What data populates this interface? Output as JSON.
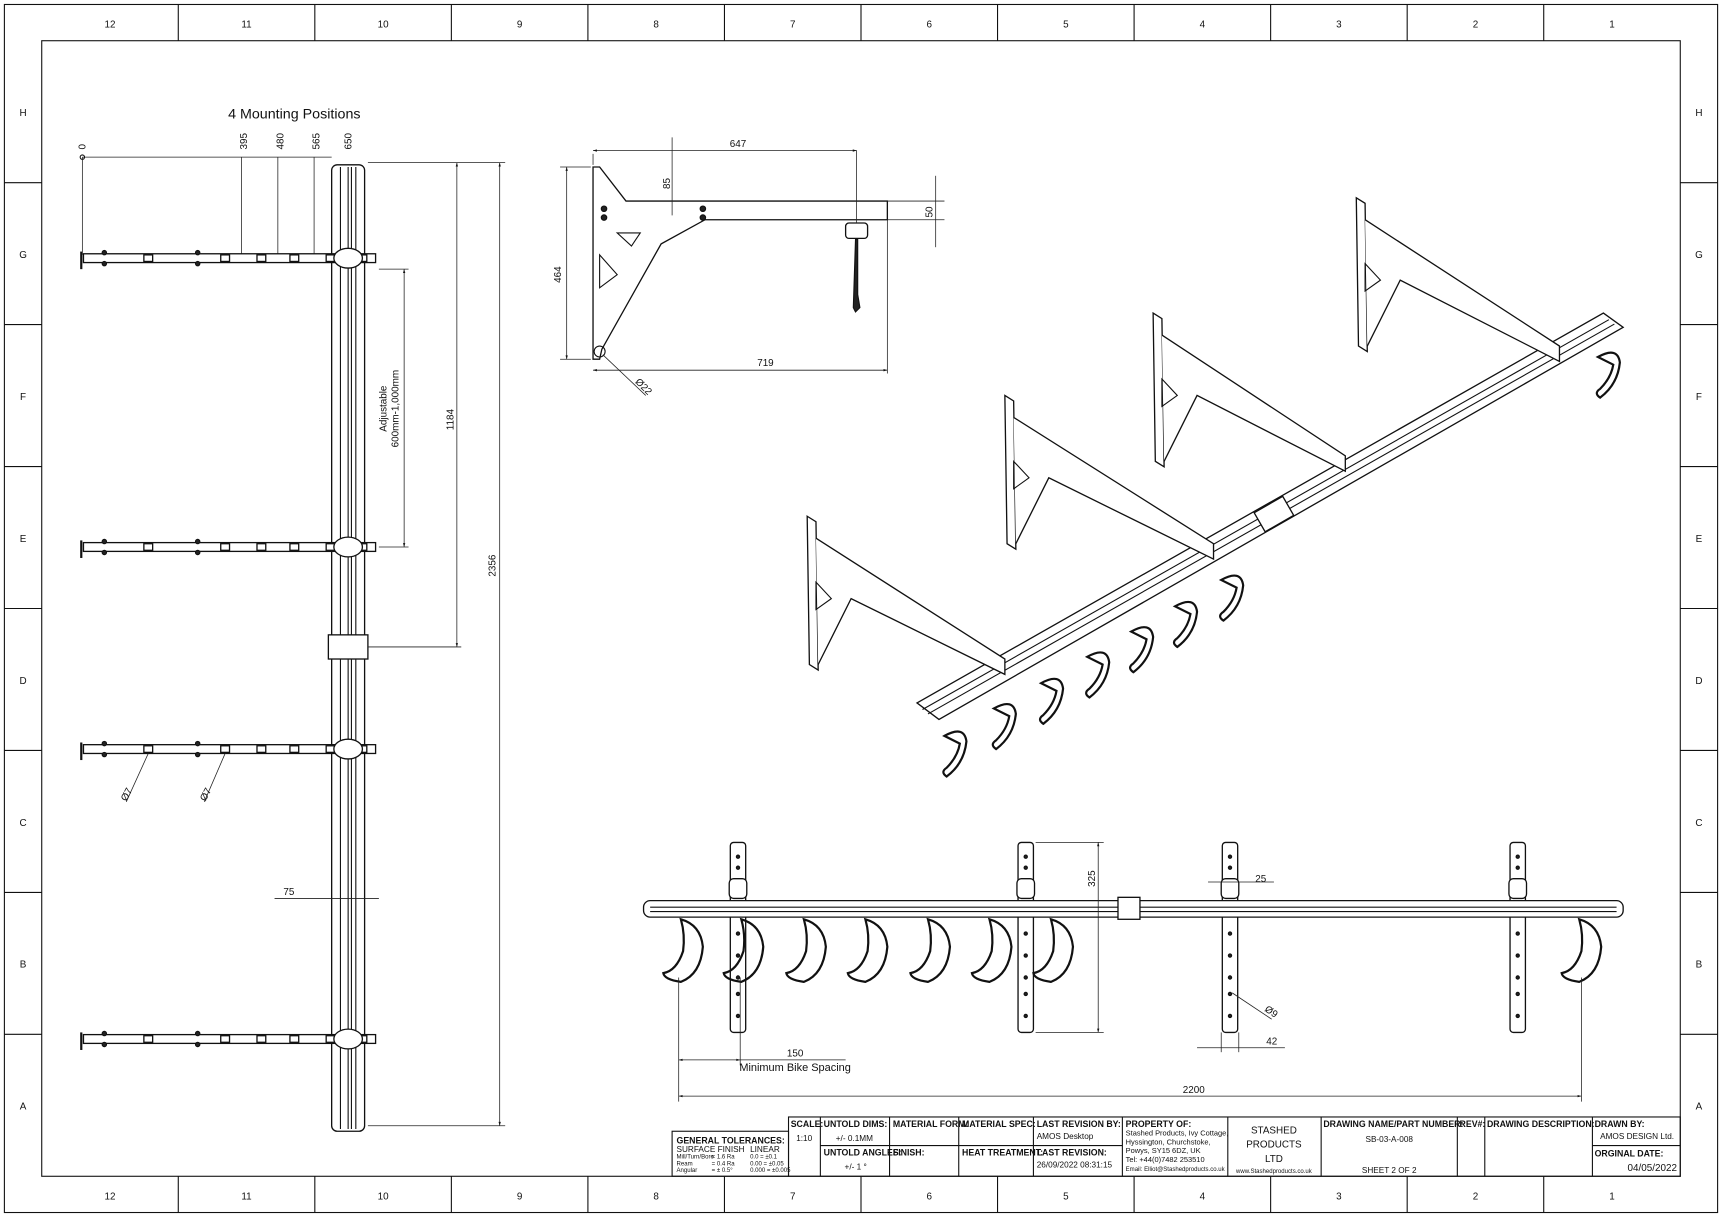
{
  "frame": {
    "columns": [
      "12",
      "11",
      "10",
      "9",
      "8",
      "7",
      "6",
      "5",
      "4",
      "3",
      "2",
      "1"
    ],
    "rows": [
      "H",
      "G",
      "F",
      "E",
      "D",
      "C",
      "B",
      "A"
    ]
  },
  "front_view": {
    "title": "4 Mounting Positions",
    "positions": [
      "0",
      "395",
      "480",
      "565",
      "650"
    ],
    "adjustable": [
      "Adjustable",
      "600mm-1,000mm"
    ],
    "dim_1184": "1184",
    "dim_2356": "2356",
    "hole_a": "Ø7",
    "hole_b": "Ø7",
    "dim_75": "75"
  },
  "side_view": {
    "dim_647": "647",
    "dim_85": "85",
    "dim_50": "50",
    "dim_464": "464",
    "dim_719": "719",
    "hole": "Ø22"
  },
  "plan_view": {
    "dim_325": "325",
    "dim_25": "25",
    "hole": "Ø9",
    "dim_42": "42",
    "dim_150": "150",
    "min_spacing": "Minimum Bike Spacing",
    "dim_2200": "2200"
  },
  "title_block": {
    "general_tolerances": "GENERAL TOLERANCES:",
    "surface_finish": "SURFACE FINISH",
    "linear": "LINEAR",
    "tol_rows": [
      [
        "Mill/Turn/Bore",
        "= 1.6 Ra",
        "0.0   =   ±0.1"
      ],
      [
        "Ream",
        "= 0.4 Ra",
        "0.00  =  ±0.05"
      ],
      [
        "Angular",
        "=  ± 0.5°",
        "0.000 = ±0.005"
      ]
    ],
    "scale_label": "SCALE:",
    "scale": "1:10",
    "untold_dims_label": "UNTOLD DIMS:",
    "untold_dims": "+/- 0.1MM",
    "untold_angles_label": "UNTOLD ANGLES:",
    "untold_angles": "+/- 1 °",
    "material_form_label": "MATERIAL FORM:",
    "finish_label": "FINISH:",
    "material_spec_label": "MATERIAL SPEC:",
    "heat_treatment_label": "HEAT TREATMENT:",
    "last_revision_by_label": "LAST REVISION BY:",
    "last_revision_by": "AMOS Desktop",
    "last_revision_label": "LAST REVISION:",
    "last_revision": "26/09/2022 08:31:15",
    "property_of_label": "PROPERTY OF:",
    "property_lines": [
      "Stashed Products, Ivy Cottage,",
      "Hyssington, Churchstoke,",
      "Powys, SY15 6DZ, UK",
      "Tel: +44(0)7482 253510",
      "Email: Elliot@Stashedproducts.co.uk"
    ],
    "company_lines": [
      "STASHED",
      "PRODUCTS",
      "LTD"
    ],
    "website": "www.Stashedproducts.co.uk",
    "drawing_name_label": "DRAWING NAME/PART NUMBER:",
    "part_number": "SB-03-A-008",
    "sheet": "SHEET 2 OF 2",
    "rev_label": "REV#:",
    "description_label": "DRAWING DESCRIPTION:",
    "drawn_by_label": "DRAWN BY:",
    "drawn_by": "AMOS DESIGN Ltd.",
    "original_date_label": "ORGINAL DATE:",
    "original_date": "04/05/2022"
  }
}
